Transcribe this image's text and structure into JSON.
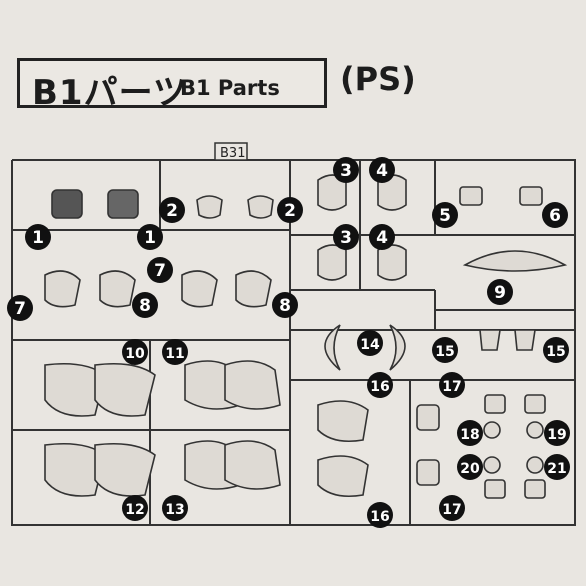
{
  "header": {
    "title_jp": "B1パーツ",
    "title_en": "B1 Parts",
    "material": "(PS)"
  },
  "runner": {
    "code": "B31"
  },
  "part_numbers": [
    {
      "label": "1"
    },
    {
      "label": "1"
    },
    {
      "label": "2"
    },
    {
      "label": "2"
    },
    {
      "label": "3"
    },
    {
      "label": "4"
    },
    {
      "label": "3"
    },
    {
      "label": "4"
    },
    {
      "label": "5"
    },
    {
      "label": "6"
    },
    {
      "label": "7"
    },
    {
      "label": "7"
    },
    {
      "label": "8"
    },
    {
      "label": "8"
    },
    {
      "label": "9"
    },
    {
      "label": "10"
    },
    {
      "label": "11"
    },
    {
      "label": "12"
    },
    {
      "label": "13"
    },
    {
      "label": "14"
    },
    {
      "label": "15"
    },
    {
      "label": "15"
    },
    {
      "label": "16"
    },
    {
      "label": "16"
    },
    {
      "label": "17"
    },
    {
      "label": "17"
    },
    {
      "label": "18"
    },
    {
      "label": "19"
    },
    {
      "label": "20"
    },
    {
      "label": "21"
    }
  ],
  "colors": {
    "ink": "#1f1f1f",
    "paper": "#e9e6e1",
    "marker": "#111111"
  }
}
